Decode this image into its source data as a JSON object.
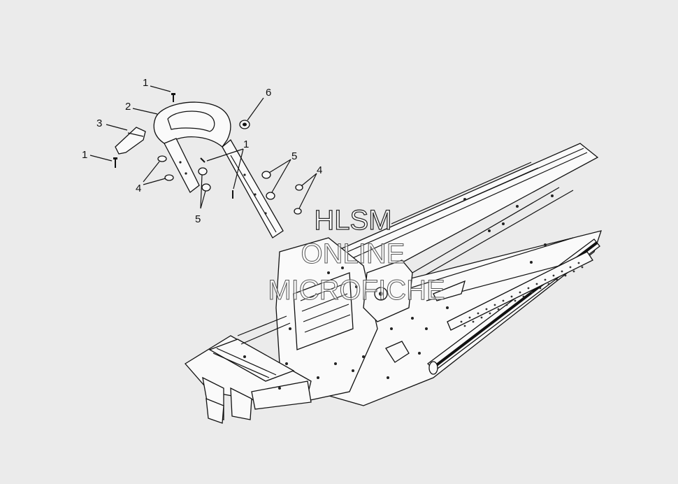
{
  "diagram": {
    "callouts": [
      {
        "id": "c1a",
        "label": "1"
      },
      {
        "id": "c2",
        "label": "2"
      },
      {
        "id": "c3",
        "label": "3"
      },
      {
        "id": "c1b",
        "label": "1"
      },
      {
        "id": "c4a",
        "label": "4"
      },
      {
        "id": "c5a",
        "label": "5"
      },
      {
        "id": "c1c",
        "label": "1"
      },
      {
        "id": "c6",
        "label": "6"
      },
      {
        "id": "c5b",
        "label": "5"
      },
      {
        "id": "c4b",
        "label": "4"
      }
    ]
  },
  "watermark": {
    "line1": "HLSM",
    "line2": "ONLINE",
    "line3": "MICROFICHE"
  }
}
